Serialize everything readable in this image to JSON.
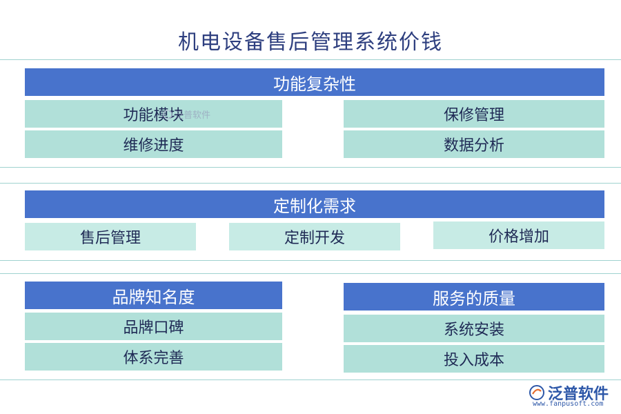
{
  "title": "机电设备售后管理系统价钱",
  "sections": {
    "complexity": {
      "header": "功能复杂性",
      "left": [
        "功能模块",
        "维修进度"
      ],
      "right": [
        "保修管理",
        "数据分析"
      ]
    },
    "custom": {
      "header": "定制化需求",
      "items": [
        "售后管理",
        "定制开发",
        "价格增加"
      ]
    },
    "brand": {
      "header": "品牌知名度",
      "items": [
        "品牌口碑",
        "体系完善"
      ]
    },
    "service": {
      "header": "服务的质量",
      "items": [
        "系统安装",
        "投入成本"
      ]
    }
  },
  "watermark": {
    "small_text": "泛普软件",
    "logo_text": "泛普软件",
    "logo_url": "www.fanpusoft.com"
  },
  "colors": {
    "header_blue": "#4873cc",
    "cell_teal": "#b1e0d9",
    "cell_light": "#c7ebe5",
    "divider": "#9fd2cf",
    "title": "#2e3f7f"
  }
}
